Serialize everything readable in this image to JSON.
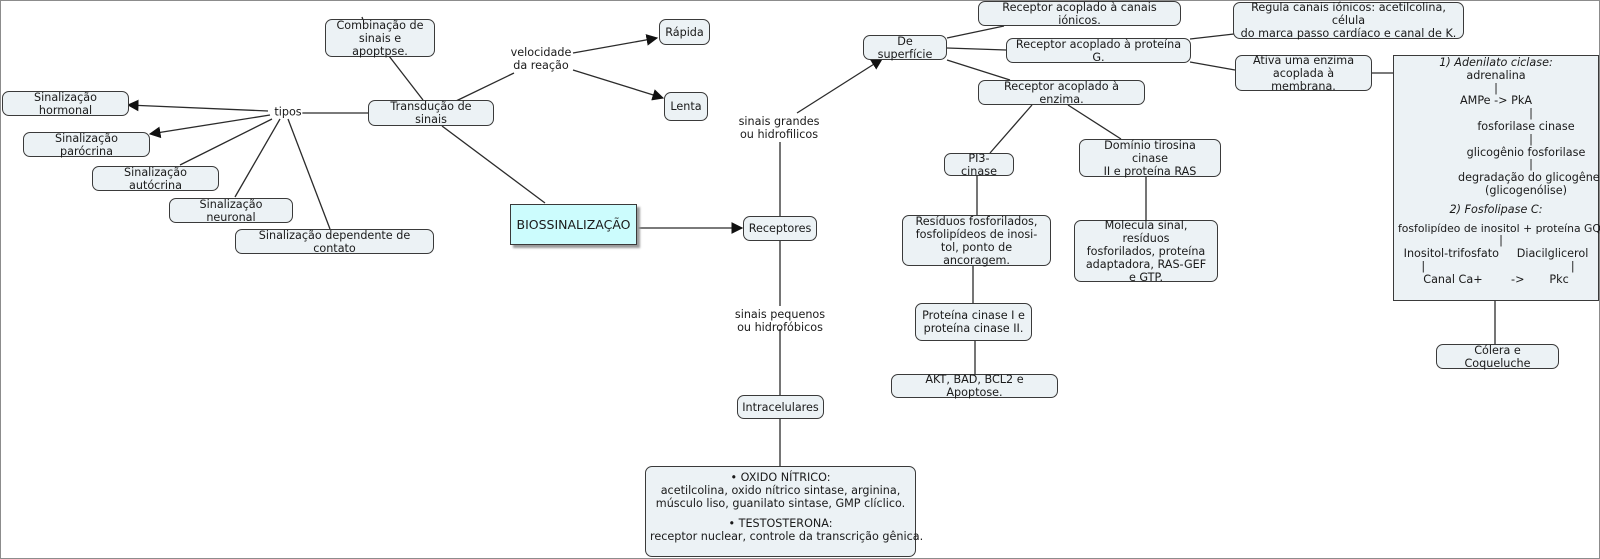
{
  "title": "Mapa conceitual - Biossinalização",
  "colors": {
    "node_fill": "#ecf2f5",
    "root_fill": "#ccfcfd",
    "line": "#2b2b2b"
  },
  "root": {
    "label": "BIOSSINALIZAÇÃO"
  },
  "nodes": {
    "transducao": "Transdução de sinais",
    "combinacao": "Combinação de\nsinais e apoptpse.",
    "rapida": "Rápida",
    "lenta": "Lenta",
    "hormonal": "Sinalização hormonal",
    "parocrina": "Sinalização parócrina",
    "autocrina": "Sinalização autócrina",
    "neuronal": "Sinalização neuronal",
    "contato": "Sinalização dependente de contato",
    "receptores": "Receptores",
    "superficie": "De superfície",
    "canais": "Receptor acoplado à canais iónicos.",
    "proteinag": "Receptor acoplado à proteína G.",
    "enzima": "Receptor acoplado à enzima.",
    "regula": "Regula canais iónicos: acetilcolina, célula\ndo marca passo cardíaco e canal de K.",
    "ativa": "Ativa uma enzima\nacoplada à membrana.",
    "pi3": "PI3-cinase",
    "tirosina": "Domínio tirosina cinase\nII e proteína RAS",
    "residuos": "Resíduos fosforilados,\nfosfolipídeos de inosi-\ntol, ponto de ancoragem.",
    "molecula": "Molecula sinal, resíduos\nfosforilados, proteína\nadaptadora, RAS-GEF\ne GTP.",
    "pk": "Proteína cinase I e\nproteína cinase II.",
    "akt": "AKT, BAD, BCL2 e Apoptose.",
    "intracelulares": "Intracelulares",
    "colera": "Cólera e Coqueluche"
  },
  "link_labels": {
    "tipos": "tipos",
    "velocidade": "velocidade\nda reação",
    "grandes": "sinais grandes\nou hidrofilicos",
    "pequenos": "sinais pequenos\nou hidrofóbicos"
  },
  "intracel_box": {
    "lines": [
      "• OXIDO NÍTRICO:",
      "acetilcolina, oxido nítrico sintase, arginina,",
      "músculo liso, guanilato sintase, GMP clíclico.",
      "",
      "• TESTOSTERONA:",
      "receptor nuclear, controle da transcrição gênica."
    ]
  },
  "enzyme_box": {
    "heading1": "1) Adenilato ciclase:",
    "lines1": [
      "adrenalina",
      "|",
      "AMPe -> PkA",
      "|",
      "fosforilase cinase",
      "|",
      "glicogênio fosforilase",
      "|",
      "degradação do glicogêneo",
      "(glicogenólise)"
    ],
    "heading2": "2) Fosfolipase C:",
    "lines2": [
      "fosfolipídeo de inositol + proteína GQ",
      "|",
      "Inositol-trifosfato     Diacilglicerol",
      "|                                         |",
      "Canal Ca+        ->       Pkc"
    ]
  }
}
